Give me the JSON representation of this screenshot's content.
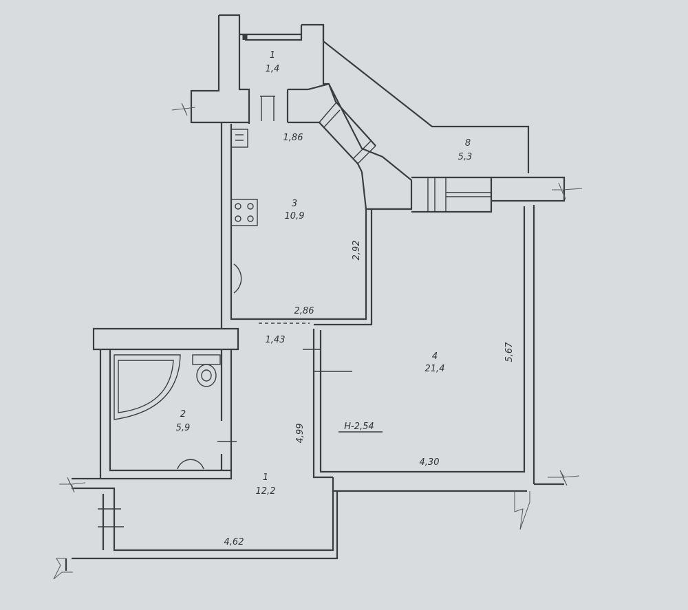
{
  "rooms": [
    {
      "number": "1",
      "area": "1,4"
    },
    {
      "number": "3",
      "area": "10,9"
    },
    {
      "number": "8",
      "area": "5,3"
    },
    {
      "number": "4",
      "area": "21,4"
    },
    {
      "number": "2",
      "area": "5,9"
    },
    {
      "number": "1",
      "area": "12,2"
    }
  ],
  "dimensions": {
    "kitchen_width": "1,86",
    "kitchen_depth": "2,92",
    "kitchen_bottom": "2,86",
    "corridor_small": "1,43",
    "room_depth": "5,67",
    "hall_depth": "4,99",
    "room_width": "4,30",
    "hall_width": "4,62"
  },
  "ceiling_height": "H-2,54"
}
